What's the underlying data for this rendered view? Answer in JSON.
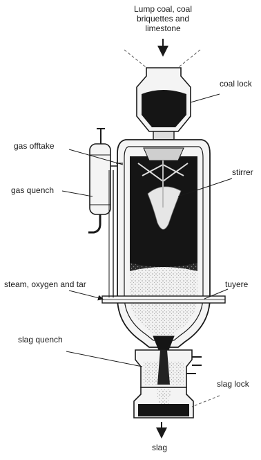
{
  "labels": {
    "feed_line1": "Lump coal, coal",
    "feed_line2": "briquettes and",
    "feed_line3": "limestone",
    "coal_lock": "coal lock",
    "gas_offtake": "gas offtake",
    "stirrer": "stirrer",
    "gas_quench": "gas quench",
    "steam_oxygen_tar": "steam, oxygen and tar",
    "tuyere": "tuyere",
    "slag_quench": "slag quench",
    "slag_lock": "slag lock",
    "slag": "slag"
  },
  "colors": {
    "ink": "#1a1a1a",
    "coal": "#151515",
    "shell_fill": "#f4f4f4",
    "ash": "#e9e9e9"
  }
}
